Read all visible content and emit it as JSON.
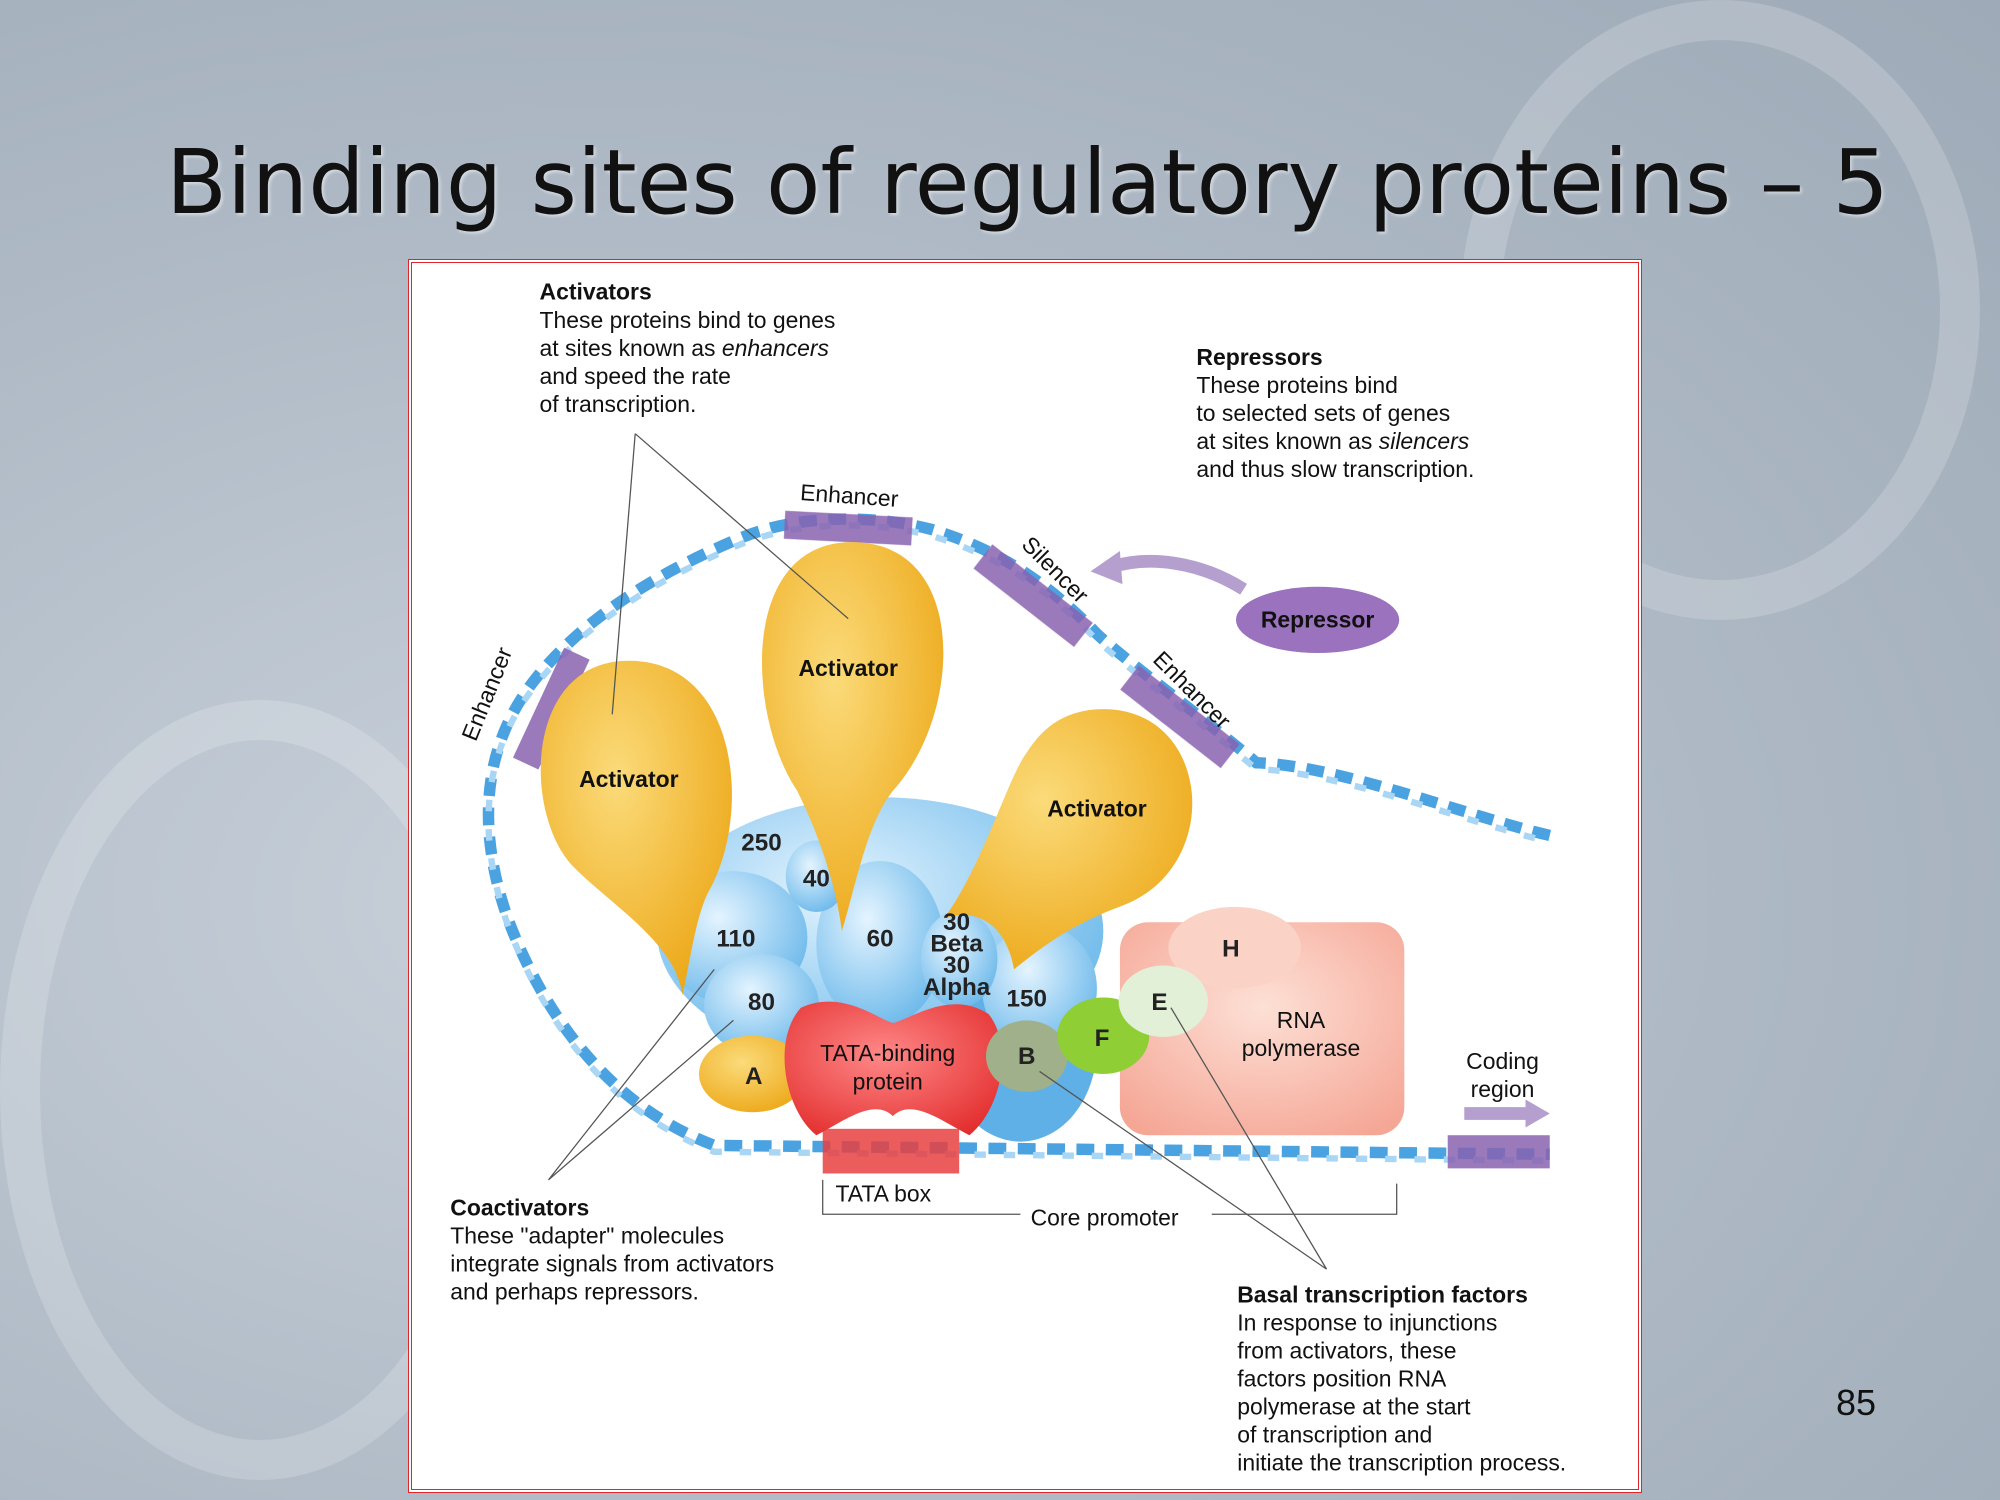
{
  "slide": {
    "title": "Binding sites of regulatory proteins – 5",
    "page_number": "85"
  },
  "figure": {
    "activators_note": {
      "heading": "Activators",
      "lines": [
        "These proteins bind to genes",
        "at sites known as ",
        "and speed the rate",
        "of transcription."
      ],
      "italic": "enhancers"
    },
    "repressors_note": {
      "heading": "Repressors",
      "lines": [
        "These proteins bind",
        "to selected sets of genes",
        "at sites known as ",
        "and thus slow transcription."
      ],
      "italic": "silencers"
    },
    "coactivators_note": {
      "heading": "Coactivators",
      "lines": [
        "These \"adapter\" molecules",
        "integrate signals from activators",
        "and perhaps repressors."
      ]
    },
    "basal_note": {
      "heading": "Basal transcription factors",
      "lines": [
        "In response to injunctions",
        "from activators, these",
        "factors position RNA",
        "polymerase at the start",
        "of transcription and",
        "initiate the transcription process."
      ]
    },
    "labels": {
      "enhancer_top": "Enhancer",
      "enhancer_left": "Enhancer",
      "enhancer_right": "Enhancer",
      "silencer": "Silencer",
      "repressor": "Repressor",
      "activator": "Activator",
      "tata_binding": [
        "TATA-binding",
        "protein"
      ],
      "rna_polymerase": [
        "RNA",
        "polymerase"
      ],
      "coding_region": [
        "Coding",
        "region"
      ],
      "tata_box": "TATA box",
      "core_promoter": "Core promoter",
      "subunits": {
        "s250": "250",
        "s40": "40",
        "s110": "110",
        "s60": "60",
        "s30b": [
          "30",
          "Beta"
        ],
        "s30a": [
          "30",
          "Alpha"
        ],
        "s80": "80",
        "s150": "150"
      },
      "factors": {
        "A": "A",
        "B": "B",
        "E": "E",
        "F": "F",
        "H": "H"
      }
    },
    "colors": {
      "dna": "#4aa3e0",
      "enhancer": "#8a63b0",
      "activator": "#f2b526",
      "tfiid": "#8ccbf2",
      "tbp": "#e8403f",
      "polymerase": "#f7b3a5",
      "frame": "#e0262b"
    }
  }
}
